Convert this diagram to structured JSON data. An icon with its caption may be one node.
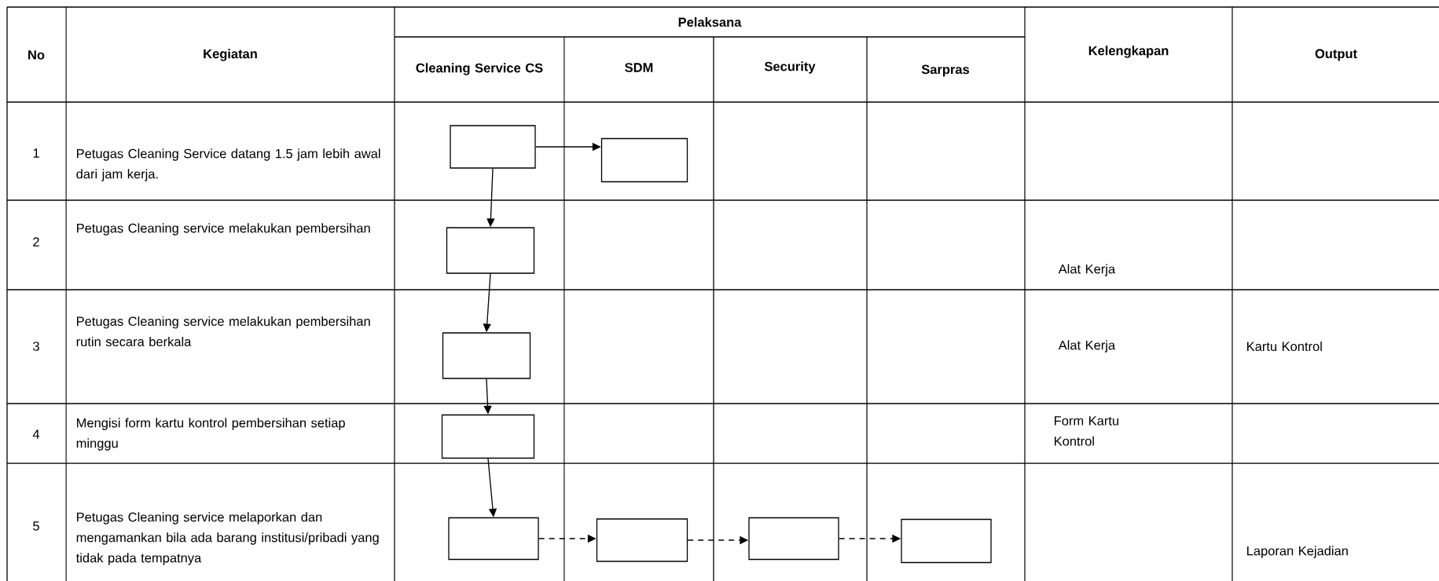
{
  "diagram": {
    "nodes": [
      {
        "text": [],
        "shape": "box"
      },
      {
        "text": [],
        "shape": "box"
      },
      {
        "text": [],
        "shape": "box"
      },
      {
        "text": [],
        "shape": "box"
      },
      {
        "text": [],
        "shape": "box"
      },
      {
        "text": [],
        "shape": "box"
      },
      {
        "text": [],
        "shape": "box"
      },
      {
        "text": [],
        "shape": "box"
      },
      {
        "text": [],
        "shape": "box"
      }
    ],
    "edges": [
      {
        "from": 0,
        "to": 1,
        "arrow": "to"
      },
      {
        "from": 0,
        "to": 2,
        "arrow": "to"
      },
      {
        "from": 2,
        "to": 3,
        "arrow": "to"
      },
      {
        "from": 3,
        "to": 4,
        "arrow": "to"
      },
      {
        "from": 4,
        "to": 5,
        "arrow": "to"
      },
      {
        "from": 5,
        "to": 6,
        "arrow": "to",
        "style": "dashed"
      },
      {
        "from": 6,
        "to": 7,
        "arrow": "to",
        "style": "dashed"
      },
      {
        "from": 7,
        "to": 8,
        "arrow": "to",
        "style": "dashed"
      }
    ],
    "labels": [
      "No",
      "Kegiatan",
      "Pelaksana",
      "Kelengkapan",
      "Output",
      "Cleaning Service CS",
      "SDM",
      "Security",
      "Sarpras",
      "1",
      "Petugas Cleaning Service datang 1.5 jam lebih awal dari jam kerja.",
      "2",
      "Petugas Cleaning service melakukan pembersihan",
      "Alat Kerja",
      "3",
      "Petugas Cleaning service melakukan pembersihan rutin secara berkala",
      "Alat Kerja",
      "Kartu Kontrol",
      "4",
      "Mengisi form kartu kontrol pembersihan setiap minggu",
      "Form Kartu Kontrol",
      "5",
      "Petugas Cleaning service melaporkan dan mengamankan bila ada barang institusi/pribadi yang tidak pada tempatnya",
      "Laporan Kejadian"
    ]
  }
}
